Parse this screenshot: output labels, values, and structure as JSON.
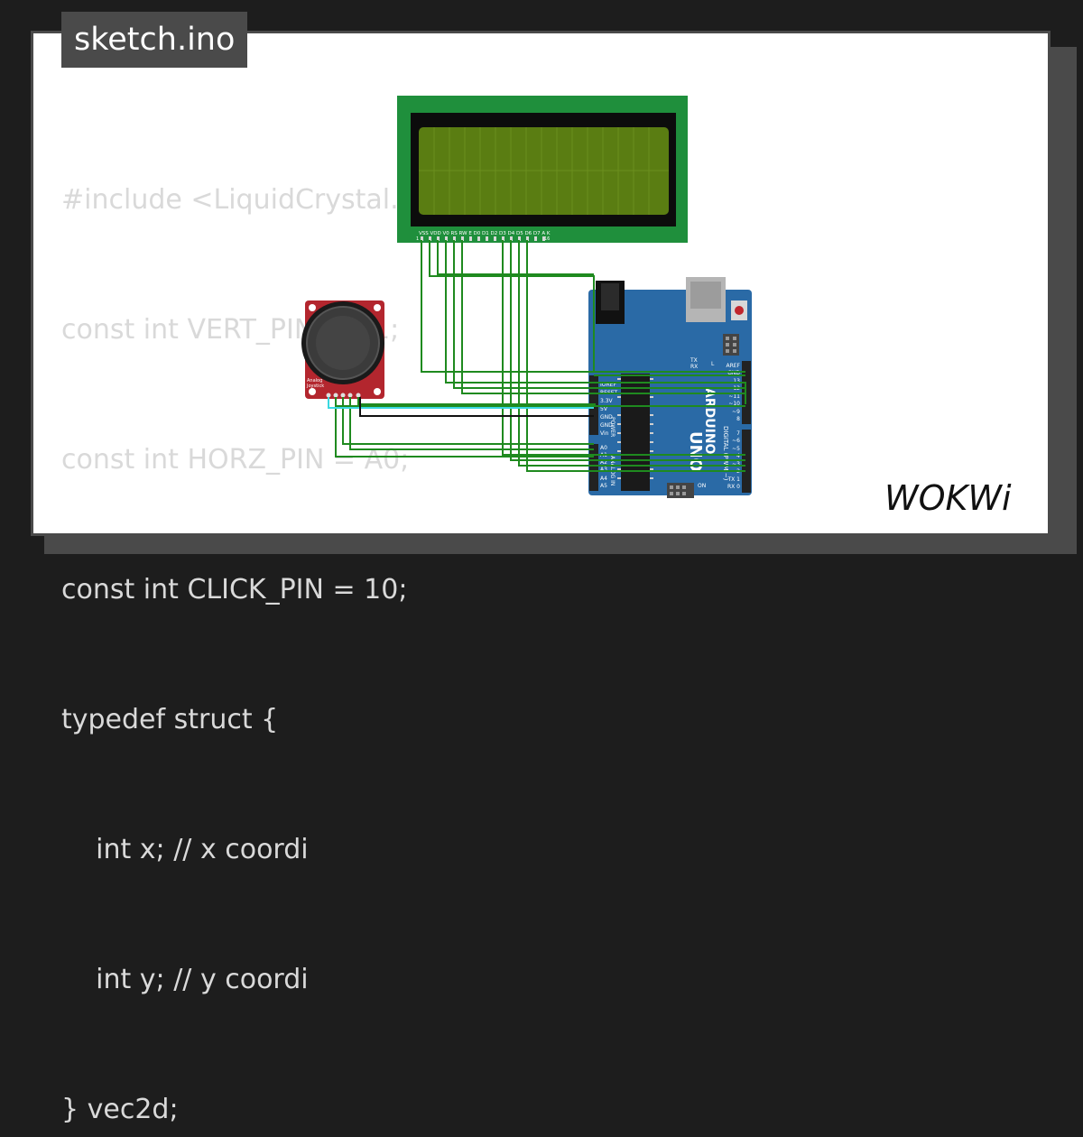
{
  "filename": "sketch.ino",
  "code_lines": [
    "#include <LiquidCrystal.h",
    "const int VERT_PIN = A1;",
    "const int HORZ_PIN = A0;",
    "const int CLICK_PIN = 10;",
    "typedef struct {",
    "    int x; // x coordi",
    "    int y; // y coordi",
    "} vec2d;"
  ],
  "lcd": {
    "pin_labels": "VSS VDD V0 RS RW E D0 D1 D2 D3 D4 D5 D6 D7 A K",
    "pin_first": "1",
    "pin_last": "16"
  },
  "arduino": {
    "brand": "ARDUINO",
    "model": "UNO",
    "digital_label": "DIGITAL (PWM ~)",
    "power_label": "POWER",
    "analog_label": "ANALOG IN",
    "on_label": "ON",
    "tx_label": "TX",
    "rx_label": "RX",
    "l_label": "L",
    "power_pins": [
      "IOREF",
      "RESET",
      "3.3V",
      "5V",
      "GND",
      "GND",
      "Vin"
    ],
    "analog_pins": [
      "A0",
      "A1",
      "A2",
      "A3",
      "A4",
      "A5"
    ],
    "digital_pins_top": [
      "AREF",
      "GND",
      "13",
      "12",
      "~11",
      "~10",
      "~9",
      "8"
    ],
    "digital_pins_bottom": [
      "7",
      "~6",
      "~5",
      "4",
      "~3",
      "2",
      "TX 1",
      "RX 0"
    ]
  },
  "joystick": {
    "label_top": "Analog",
    "label_bottom": "Joystick"
  },
  "logo": "WOKWi",
  "colors": {
    "wire_green": "#1f8a1f",
    "wire_cyan": "#39d8e0",
    "wire_black": "#111111",
    "lcd_board": "#1f8f3c",
    "lcd_screen": "#5a7d12",
    "arduino_board": "#2a6aa6",
    "joystick_board": "#b3262e"
  }
}
